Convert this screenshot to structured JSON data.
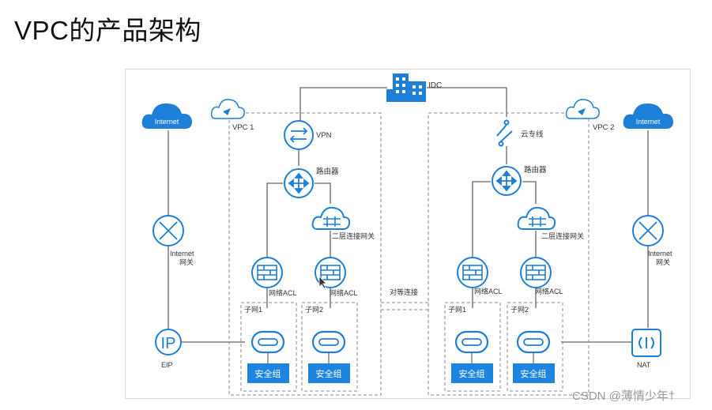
{
  "title": "VPC的产品架构",
  "watermark": "CSDN @薄情少年†",
  "diagram": {
    "idc_label": "IDC",
    "vpc1": {
      "label": "VPC 1",
      "vpn_label": "VPN",
      "router_label": "路由器",
      "l2_gateway_label": "二层连接网关",
      "acl1_label": "网络ACL",
      "acl2_label": "网络ACL",
      "subnet1_label": "子网1",
      "subnet2_label": "子网2",
      "sg1_label": "安全组",
      "sg2_label": "安全组"
    },
    "vpc2": {
      "label": "VPC 2",
      "dedicated_line_label": "云专线",
      "router_label": "路由器",
      "l2_gateway_label": "二层连接网关",
      "acl1_label": "网络ACL",
      "acl2_label": "网络ACL",
      "subnet1_label": "子网1",
      "subnet2_label": "子网2",
      "sg1_label": "安全组",
      "sg2_label": "安全组"
    },
    "peering_label": "对等连接",
    "left": {
      "internet_label": "Internet",
      "gateway_label_1": "Internet",
      "gateway_label_2": "网关",
      "eip_glyph": "IP",
      "eip_label": "EIP"
    },
    "right": {
      "internet_label": "Internet",
      "gateway_label_1": "Internet",
      "gateway_label_2": "网关",
      "nat_label": "NAT"
    },
    "colors": {
      "icon_blue": "#1e7fd8",
      "sg_fill": "#1f84e0",
      "line": "#666666",
      "dashed": "#888888"
    }
  }
}
